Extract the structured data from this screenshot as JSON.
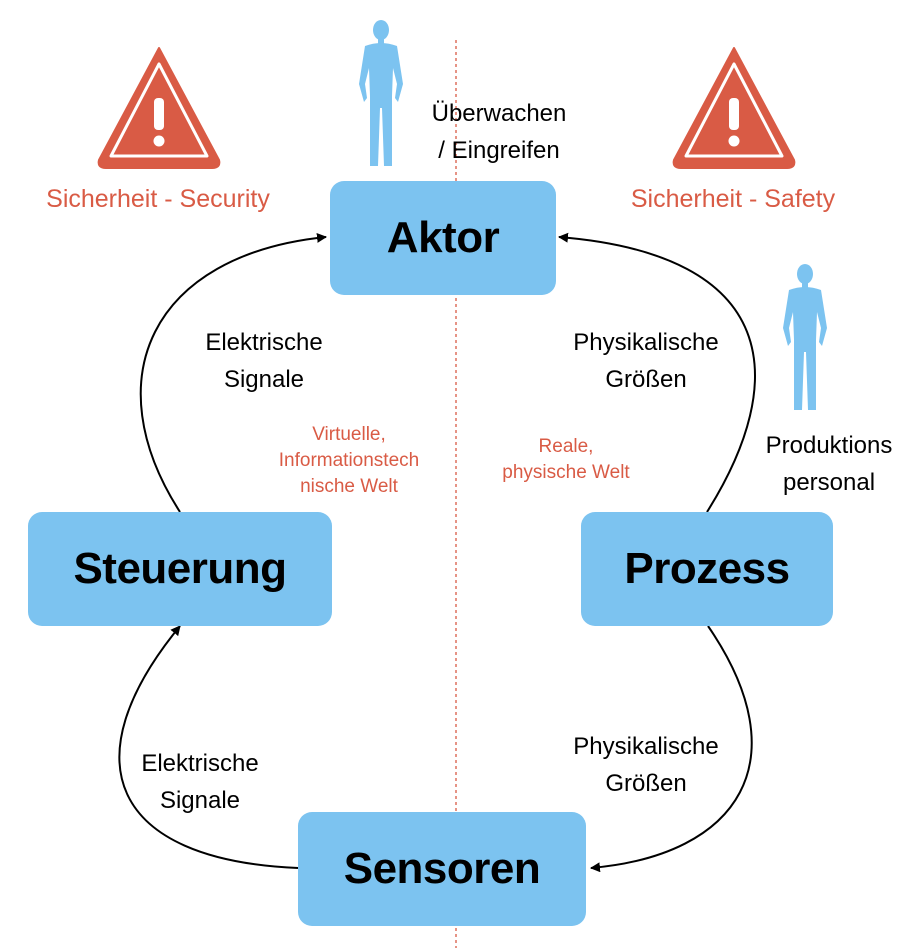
{
  "nodes": {
    "aktor": "Aktor",
    "steuerung": "Steuerung",
    "prozess": "Prozess",
    "sensoren": "Sensoren"
  },
  "warnings": {
    "security": "Sicherheit - Security",
    "safety": "Sicherheit - Safety"
  },
  "persons": {
    "operator": [
      "Überwachen",
      "/ Eingreifen"
    ],
    "staff": [
      "Produktions",
      "personal"
    ]
  },
  "edges": {
    "steuerung_to_aktor": [
      "Elektrische",
      "Signale"
    ],
    "prozess_to_aktor": [
      "Physikalische",
      "Größen"
    ],
    "prozess_to_sensoren": [
      "Physikalische",
      "Größen"
    ],
    "sensoren_to_steuerung": [
      "Elektrische",
      "Signale"
    ]
  },
  "regions": {
    "virtual": [
      "Virtuelle,",
      "Informationstech",
      "nische Welt"
    ],
    "real": [
      "Reale,",
      "physische Welt"
    ]
  },
  "colors": {
    "box": "#7cc3f0",
    "person": "#7cc3f0",
    "warning": "#d95b45",
    "divider": "#d95b45",
    "arrow": "#000000"
  },
  "icons": [
    "warning-triangle-icon",
    "person-icon"
  ]
}
